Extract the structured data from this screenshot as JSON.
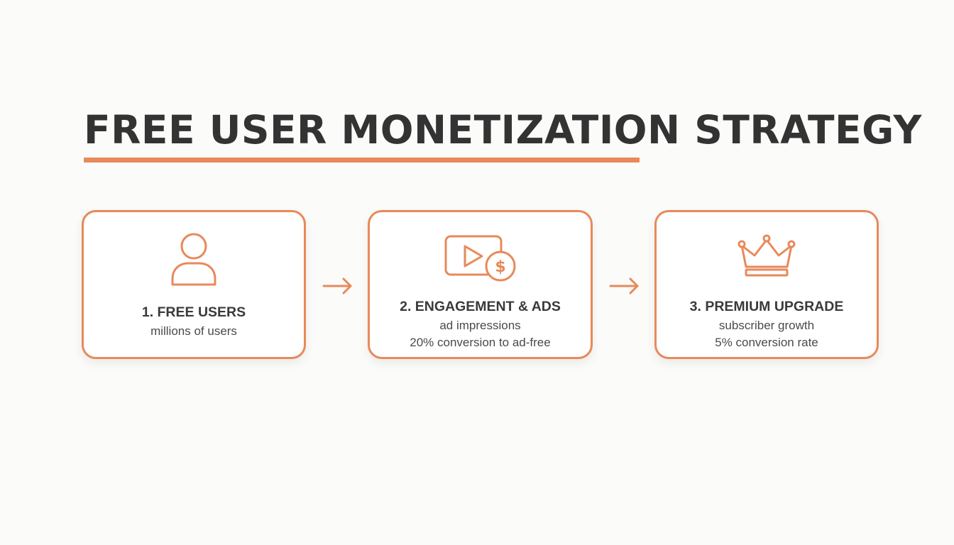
{
  "title": "FREE USER MONETIZATION STRATEGY",
  "colors": {
    "accent": "#e8895a",
    "text": "#333333",
    "background": "#fbfbfa"
  },
  "steps": [
    {
      "icon": "user-icon",
      "label": "1. FREE USERS",
      "details": [
        "millions of users"
      ]
    },
    {
      "icon": "video-ad-dollar-icon",
      "label": "2. ENGAGEMENT & ADS",
      "details": [
        "ad impressions",
        "20% conversion to ad-free"
      ]
    },
    {
      "icon": "crown-icon",
      "label": "3. PREMIUM UPGRADE",
      "details": [
        "subscriber growth",
        "5% conversion rate"
      ]
    }
  ],
  "connectors": [
    "arrow-right-icon",
    "arrow-right-icon"
  ]
}
